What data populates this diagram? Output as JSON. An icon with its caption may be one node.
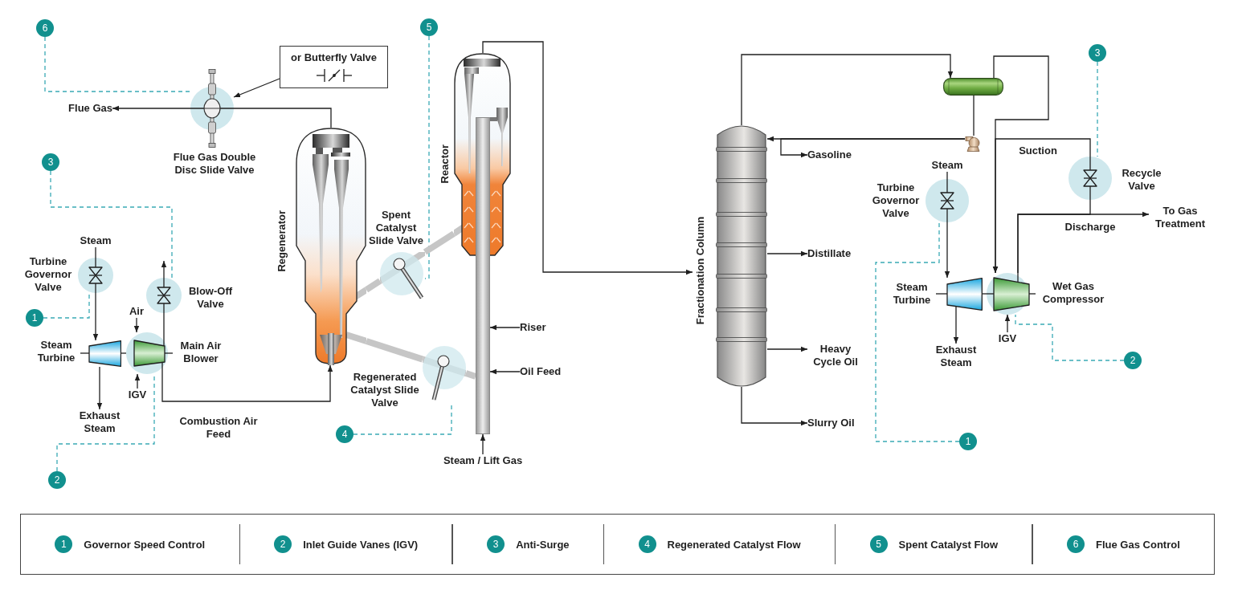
{
  "diagram": {
    "nodes": [
      {
        "text": [
          "6"
        ]
      },
      {
        "text": [
          "Flue Gas"
        ]
      },
      {
        "text": [],
        "shape": "picture",
        "beside": [
          "Flue Gas Double Disc Slide Valve"
        ]
      },
      {
        "text": [
          "or Butterfly Valve"
        ]
      },
      {
        "text": [
          "5"
        ]
      },
      {
        "text": [],
        "shape": "picture",
        "beside": [
          "Reactor"
        ]
      },
      {
        "text": [
          "3"
        ]
      },
      {
        "text": [],
        "shape": "picture",
        "beside": [
          "Regenerator"
        ]
      },
      {
        "text": [
          "Steam"
        ]
      },
      {
        "text": [],
        "shape": "picture",
        "beside": [
          "Turbine Governor Valve"
        ]
      },
      {
        "text": [
          "1"
        ]
      },
      {
        "text": [],
        "shape": "picture",
        "beside": [
          "Blow-Off Valve"
        ]
      },
      {
        "text": [],
        "shape": "picture",
        "beside": [
          "Spent Catalyst Slide Valve"
        ]
      },
      {
        "text": [
          "Air"
        ]
      },
      {
        "text": [],
        "shape": "picture",
        "beside": [
          "Steam Turbine"
        ]
      },
      {
        "text": [],
        "shape": "picture",
        "beside": [
          "Main Air Blower"
        ]
      },
      {
        "text": [
          "IGV"
        ]
      },
      {
        "text": [
          "Exhaust Steam"
        ]
      },
      {
        "text": [],
        "shape": "picture",
        "beside": [
          "Regenerated Catalyst Slide Valve"
        ]
      },
      {
        "text": [],
        "shape": "bar"
      },
      {
        "text": [
          "Riser"
        ]
      },
      {
        "text": [
          "Oil Feed"
        ]
      },
      {
        "text": [
          "4"
        ]
      },
      {
        "text": [
          "2"
        ]
      },
      {
        "text": [
          "Steam / Lift Gas"
        ]
      },
      {
        "text": [
          "Fractionation Column"
        ]
      },
      {
        "text": [],
        "shape": "cylinder"
      },
      {
        "text": [],
        "shape": "picture"
      },
      {
        "text": [
          "Gasoline"
        ]
      },
      {
        "text": [
          "3"
        ]
      },
      {
        "text": [
          "Steam"
        ]
      },
      {
        "text": [],
        "shape": "picture",
        "beside": [
          "Turbine Governor Valve"
        ]
      },
      {
        "text": [],
        "shape": "picture",
        "beside": [
          "Recycle Valve"
        ]
      },
      {
        "text": [
          "To Gas Treatment"
        ]
      },
      {
        "text": [
          "Distillate"
        ]
      },
      {
        "text": [],
        "shape": "picture",
        "beside": [
          "Steam Turbine"
        ]
      },
      {
        "text": [],
        "shape": "picture",
        "beside": [
          "Wet Gas Compressor"
        ]
      },
      {
        "text": [
          "IGV"
        ]
      },
      {
        "text": [
          "Exhaust Steam"
        ]
      },
      {
        "text": [
          "Heavy Cycle Oil"
        ]
      },
      {
        "text": [
          "2"
        ]
      },
      {
        "text": [
          "Slurry Oil"
        ]
      },
      {
        "text": [
          "1"
        ]
      },
      {
        "text": [],
        "shape": "box"
      },
      {
        "text": [
          "1"
        ],
        "in": 43,
        "beside": [
          "Governor Speed Control"
        ]
      },
      {
        "text": [
          "2"
        ],
        "in": 43,
        "beside": [
          "Inlet Guide Vanes (IGV)"
        ]
      },
      {
        "text": [
          "3"
        ],
        "in": 43,
        "beside": [
          "Anti-Surge"
        ]
      },
      {
        "text": [
          "4"
        ],
        "in": 43,
        "beside": [
          "Regenerated Catalyst Flow"
        ]
      },
      {
        "text": [
          "5"
        ],
        "in": 43,
        "beside": [
          "Spent Catalyst Flow"
        ]
      },
      {
        "text": [
          "6"
        ],
        "in": 43,
        "beside": [
          "Flue Gas Control"
        ]
      }
    ],
    "edges": [
      {
        "from": 7,
        "to": 2,
        "arrow": "none"
      },
      {
        "from": 2,
        "to": 1,
        "arrow": "to"
      },
      {
        "from": 3,
        "to": 2,
        "arrow": "to"
      },
      {
        "from": 0,
        "to": 2,
        "arrow": "none",
        "style": "dashed",
        "color": "#3aaab5"
      },
      {
        "from": 4,
        "to": 12,
        "arrow": "none",
        "style": "dashed",
        "color": "#3aaab5"
      },
      {
        "from": 5,
        "to": 25,
        "arrow": "to"
      },
      {
        "from": 6,
        "to": 11,
        "arrow": "none",
        "style": "dashed",
        "color": "#3aaab5"
      },
      {
        "from": 8,
        "to": 9,
        "arrow": "none"
      },
      {
        "from": 9,
        "to": 14,
        "arrow": "to"
      },
      {
        "from": 10,
        "to": 9,
        "arrow": "none",
        "style": "dashed",
        "color": "#3aaab5"
      },
      {
        "from": 15,
        "to": 11,
        "arrow": "none"
      },
      {
        "from": 11,
        "to": null,
        "arrow": "to"
      },
      {
        "from": 13,
        "to": 15,
        "arrow": "to"
      },
      {
        "from": 14,
        "to": 15,
        "arrow": "none"
      },
      {
        "from": 16,
        "to": 15,
        "arrow": "to"
      },
      {
        "from": 14,
        "to": 17,
        "arrow": "to"
      },
      {
        "from": 15,
        "to": 7,
        "arrow": "to",
        "label": "Combustion Air Feed"
      },
      {
        "from": 23,
        "to": 15,
        "arrow": "none",
        "style": "dashed",
        "color": "#3aaab5"
      },
      {
        "from": 5,
        "to": 12,
        "arrow": "none",
        "style": "thick",
        "color": "#c6c6c6"
      },
      {
        "from": 12,
        "to": 7,
        "arrow": "none",
        "style": "thick",
        "color": "#c6c6c6"
      },
      {
        "from": 7,
        "to": 18,
        "arrow": "none",
        "style": "thick",
        "color": "#c6c6c6"
      },
      {
        "from": 18,
        "to": 19,
        "arrow": "none",
        "style": "thick",
        "color": "#c6c6c6"
      },
      {
        "from": 22,
        "to": 18,
        "arrow": "none",
        "style": "dashed",
        "color": "#3aaab5"
      },
      {
        "from": 20,
        "to": 19,
        "arrow": "to"
      },
      {
        "from": 21,
        "to": 19,
        "arrow": "to"
      },
      {
        "from": 24,
        "to": 19,
        "arrow": "to"
      },
      {
        "from": 25,
        "to": 26,
        "arrow": "to"
      },
      {
        "from": 26,
        "to": 27,
        "arrow": "none"
      },
      {
        "from": 27,
        "to": 25,
        "arrow": "to"
      },
      {
        "from": 27,
        "to": 28,
        "arrow": "to"
      },
      {
        "from": 26,
        "to": 36,
        "arrow": "to"
      },
      {
        "from": 32,
        "to": 36,
        "arrow": "to",
        "label": "Suction"
      },
      {
        "from": 36,
        "to": 33,
        "arrow": "to",
        "label": "Discharge"
      },
      {
        "from": 36,
        "to": 32,
        "arrow": "none"
      },
      {
        "from": 29,
        "to": 32,
        "arrow": "none",
        "style": "dashed",
        "color": "#3aaab5"
      },
      {
        "from": 30,
        "to": 31,
        "arrow": "none"
      },
      {
        "from": 31,
        "to": 35,
        "arrow": "to"
      },
      {
        "from": 42,
        "to": 31,
        "arrow": "none",
        "style": "dashed",
        "color": "#3aaab5"
      },
      {
        "from": 35,
        "to": 36,
        "arrow": "none"
      },
      {
        "from": 35,
        "to": 38,
        "arrow": "to"
      },
      {
        "from": 37,
        "to": 36,
        "arrow": "to"
      },
      {
        "from": 40,
        "to": 36,
        "arrow": "none",
        "style": "dashed",
        "color": "#3aaab5"
      },
      {
        "from": 25,
        "to": 34,
        "arrow": "to"
      },
      {
        "from": 25,
        "to": 39,
        "arrow": "to"
      },
      {
        "from": 25,
        "to": 41,
        "arrow": "to"
      }
    ]
  }
}
